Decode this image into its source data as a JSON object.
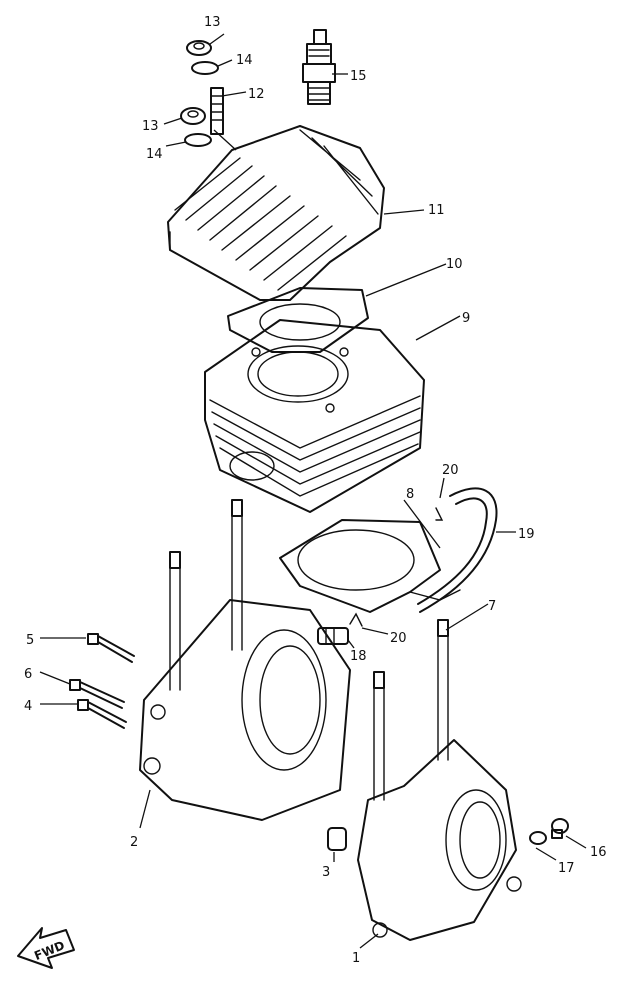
{
  "callouts": [
    {
      "id": "1",
      "text": "1"
    },
    {
      "id": "2",
      "text": "2"
    },
    {
      "id": "3",
      "text": "3"
    },
    {
      "id": "4",
      "text": "4"
    },
    {
      "id": "5",
      "text": "5"
    },
    {
      "id": "6",
      "text": "6"
    },
    {
      "id": "7",
      "text": "7"
    },
    {
      "id": "8",
      "text": "8"
    },
    {
      "id": "9",
      "text": "9"
    },
    {
      "id": "10",
      "text": "10"
    },
    {
      "id": "11",
      "text": "11"
    },
    {
      "id": "12",
      "text": "12"
    },
    {
      "id": "13a",
      "text": "13"
    },
    {
      "id": "13b",
      "text": "13"
    },
    {
      "id": "14a",
      "text": "14"
    },
    {
      "id": "14b",
      "text": "14"
    },
    {
      "id": "15",
      "text": "15"
    },
    {
      "id": "16",
      "text": "16"
    },
    {
      "id": "17",
      "text": "17"
    },
    {
      "id": "18",
      "text": "18"
    },
    {
      "id": "19",
      "text": "19"
    },
    {
      "id": "20a",
      "text": "20"
    },
    {
      "id": "20b",
      "text": "20"
    }
  ],
  "fwd_label": "FWD",
  "fwd_icon": "fwd-arrow-icon"
}
